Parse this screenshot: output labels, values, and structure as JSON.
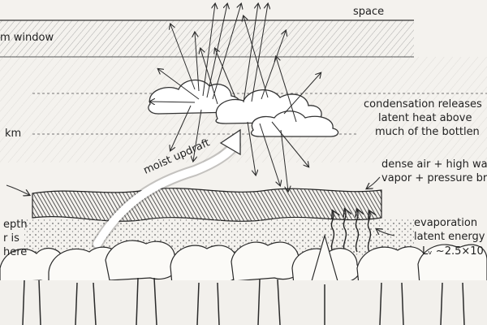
{
  "labels": {
    "space": "space",
    "window": "m window",
    "km": "km",
    "condensation": [
      "condensation releases",
      "latent heat above",
      "much of the bottlen"
    ],
    "updraft": "moist updraft",
    "dense": [
      "dense air + high wa",
      "vapor + pressure br"
    ],
    "evaporation": [
      "evaporation",
      "latent energy",
      "Lᵥ ~2.5×10"
    ],
    "left": [
      "epth",
      "r is",
      "here"
    ]
  },
  "colors": {
    "ink": "#2b2b2b",
    "paper": "#f4f2ee",
    "dark_band": "#4a4a4a"
  }
}
